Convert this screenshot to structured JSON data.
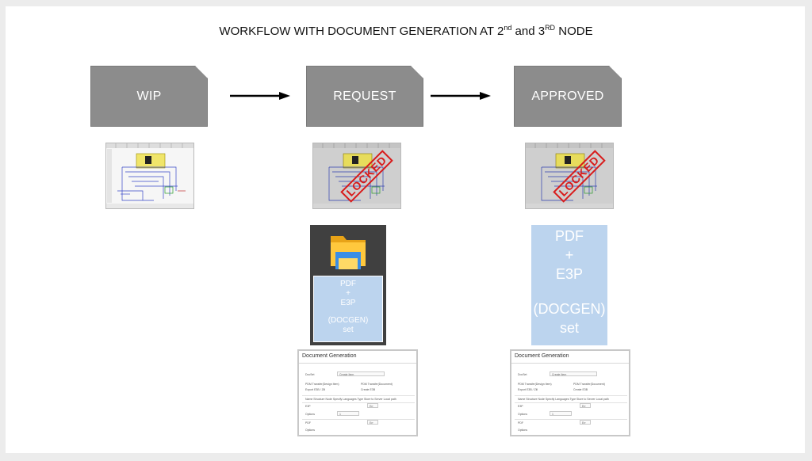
{
  "title": {
    "main": "WORKFLOW WITH DOCUMENT GENERATION AT 2",
    "sup1": "nd",
    "mid": " and 3",
    "sup2": "RD",
    "end": "  NODE"
  },
  "nodes": [
    {
      "label": "WIP"
    },
    {
      "label": "REQUEST"
    },
    {
      "label": "APPROVED"
    }
  ],
  "stamps": {
    "locked": "LOCKED"
  },
  "docgen_small": {
    "line1": "PDF",
    "line2": "+",
    "line3": "E3P",
    "line4": "(DOCGEN)",
    "line5": "set"
  },
  "docgen_large": {
    "line1": "PDF",
    "line2": "+",
    "line3": "E3P",
    "line4": "(DOCGEN)",
    "line5": "set"
  },
  "panel": {
    "header": "Document Generation",
    "docset_label": "DocSet",
    "docset_value": "Create Item",
    "opt1": "PDM Transfer(Design Item)",
    "opt2": "PDM Transfer(Document)",
    "opt3": "Export E3B / Zill",
    "opt4": "Create E3B",
    "cols": "Name    Structure Node  Specify Languages    Type    Store to Server  Local path",
    "row1": "E3P",
    "row2": "Options",
    "row3": "PDF",
    "row4": "Options",
    "num": "1",
    "type1": "Err",
    "type2": "Err"
  },
  "colors": {
    "node_fill": "#8c8c8c",
    "accent_light_blue": "#bcd4ee",
    "stamp_red": "#d81b1b",
    "folder_bg": "#404040"
  },
  "icons": [
    "arrow-right-icon",
    "folder-icon",
    "schematic-thumbnail",
    "locked-stamp"
  ]
}
